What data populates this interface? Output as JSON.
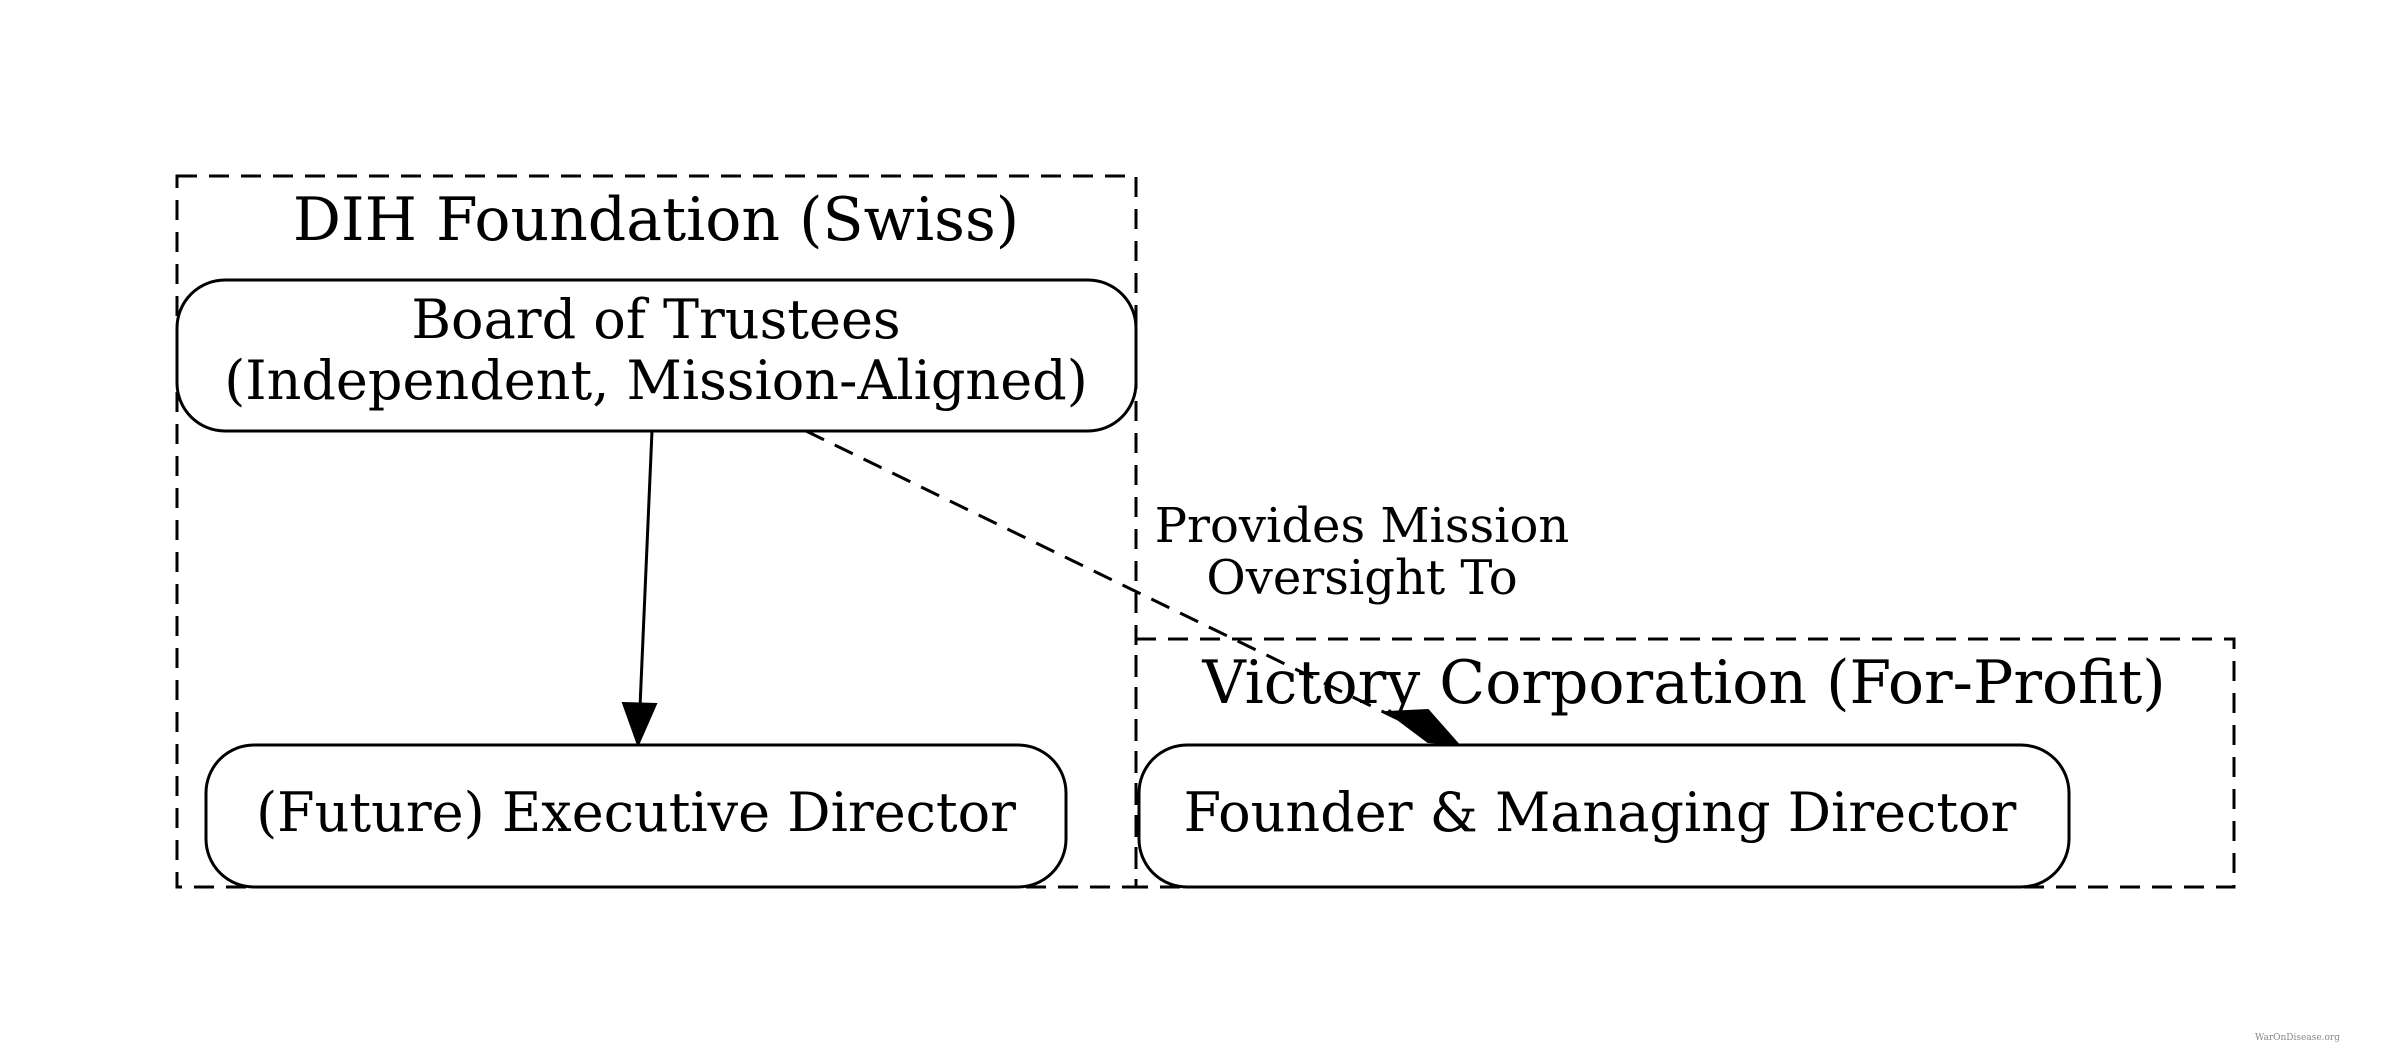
{
  "clusters": {
    "foundation": {
      "label": "DIH Foundation (Swiss)"
    },
    "corporation": {
      "label": "Victory Corporation (For-Profit)"
    }
  },
  "nodes": {
    "board": {
      "line1": "Board of Trustees",
      "line2": "(Independent, Mission-Aligned)"
    },
    "executive": {
      "label": "(Future) Executive Director"
    },
    "founder": {
      "label": "Founder & Managing Director"
    }
  },
  "edges": {
    "board_to_executive": {
      "style": "solid"
    },
    "board_to_founder": {
      "style": "dashed",
      "label_line1": "Provides Mission",
      "label_line2": "Oversight To"
    }
  },
  "watermark": {
    "text": "WarOnDisease.org"
  }
}
